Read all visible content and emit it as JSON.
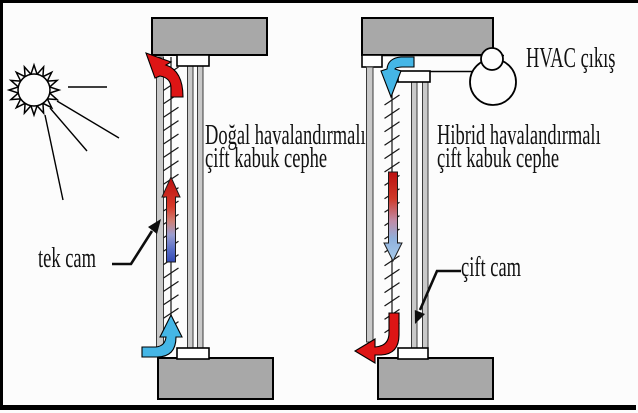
{
  "figure": {
    "left_caption": {
      "line1": "Doğal havalandırmalı",
      "line2": "çift kabuk cephe"
    },
    "right_caption": {
      "line1": "Hibrid havalandırmalı",
      "line2": "çift kabuk cephe"
    },
    "labels": {
      "single_glass": "tek cam",
      "double_glass": "çift cam",
      "hvac_outlet": "HVAC çıkış"
    },
    "colors": {
      "slab": "#a8a8a8",
      "glass": "#c9c9c9",
      "warm": "#dd1515",
      "cool": "#45b6e6"
    },
    "icons": [
      "sun-icon",
      "fan-icon",
      "warm-air-arrow-icon",
      "cool-air-arrow-icon"
    ]
  }
}
